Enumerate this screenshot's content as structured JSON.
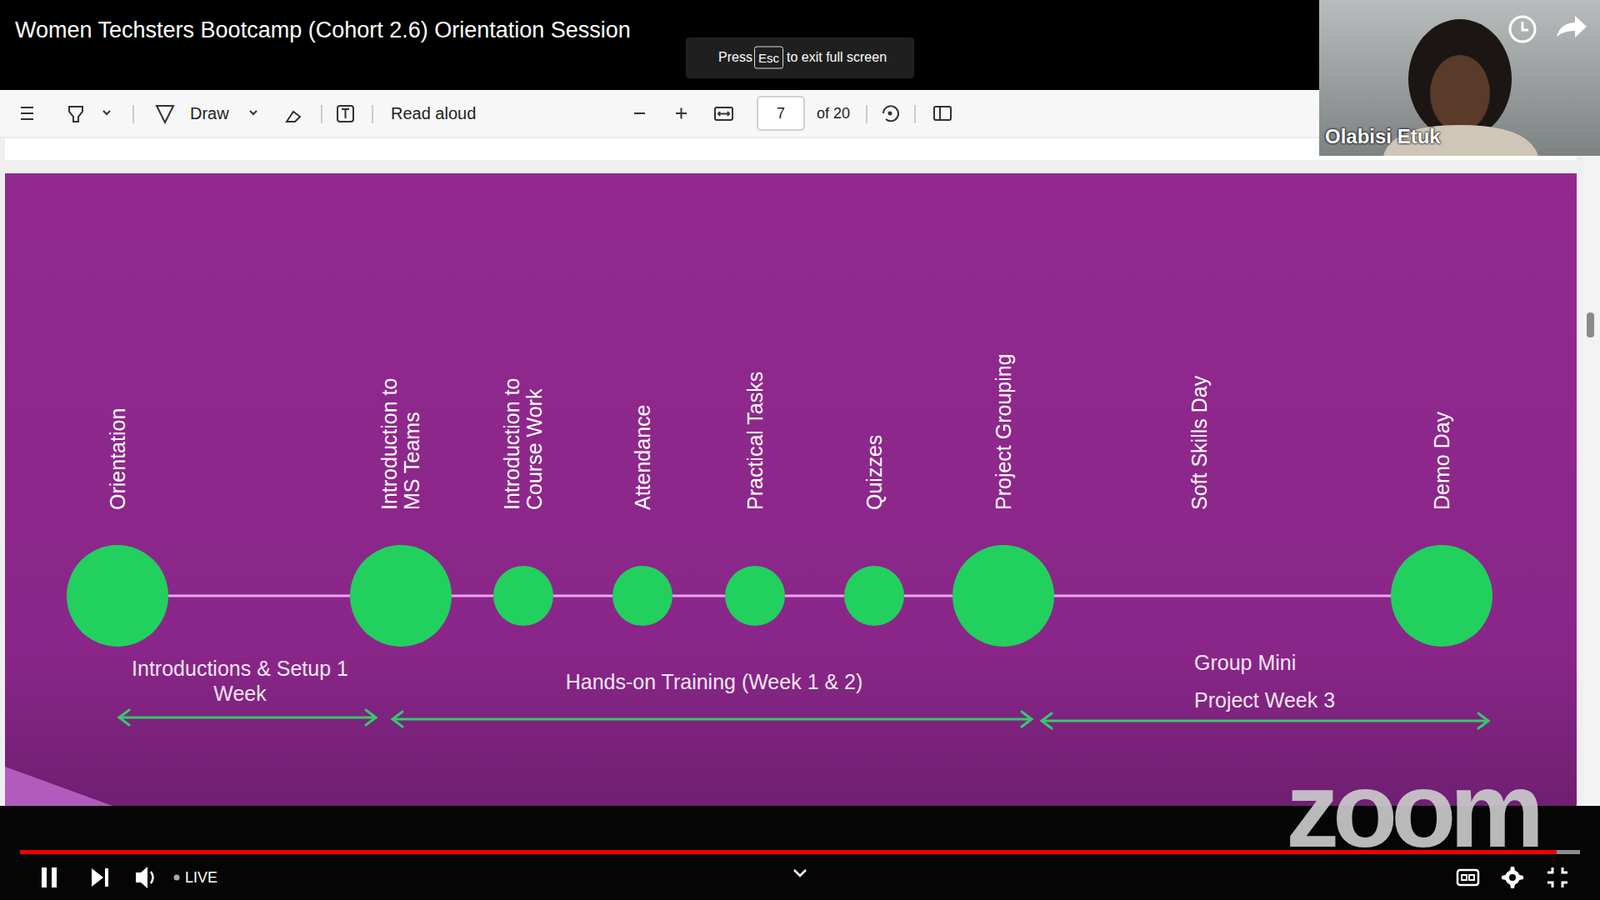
{
  "diagram": {
    "title": "Women Techsters Bootcamp (Cohort 2.6) Orientation Session",
    "nodes": [
      {
        "text": [
          "Orientation"
        ]
      },
      {
        "text": [
          "Introduction to MS Teams"
        ]
      },
      {
        "text": [
          "Introduction to Course Work"
        ]
      },
      {
        "text": [
          "Attendance"
        ]
      },
      {
        "text": [
          "Practical Tasks"
        ]
      },
      {
        "text": [
          "Quizzes"
        ]
      },
      {
        "text": [
          "Project Grouping"
        ]
      },
      {
        "text": [
          "Demo Day"
        ]
      }
    ],
    "edges": [
      {
        "from": 0,
        "to": 1,
        "arrow": "none"
      },
      {
        "from": 1,
        "to": 2,
        "arrow": "none"
      },
      {
        "from": 2,
        "to": 3,
        "arrow": "none"
      },
      {
        "from": 3,
        "to": 4,
        "arrow": "none"
      },
      {
        "from": 4,
        "to": 5,
        "arrow": "none"
      },
      {
        "from": 5,
        "to": 6,
        "arrow": "none"
      },
      {
        "from": 6,
        "to": 7,
        "arrow": "none"
      }
    ],
    "labels": [
      "Press",
      "Esc",
      "to exit full screen",
      "Draw",
      "Read aloud",
      "7",
      "of 20",
      "Olabisi Etuk",
      "Introductions & Setup 1 Week",
      "Hands-on Training (Week 1 & 2)",
      "Group Mini Project Week 3",
      "Soft Skills Day",
      "zoom",
      "LIVE"
    ]
  }
}
